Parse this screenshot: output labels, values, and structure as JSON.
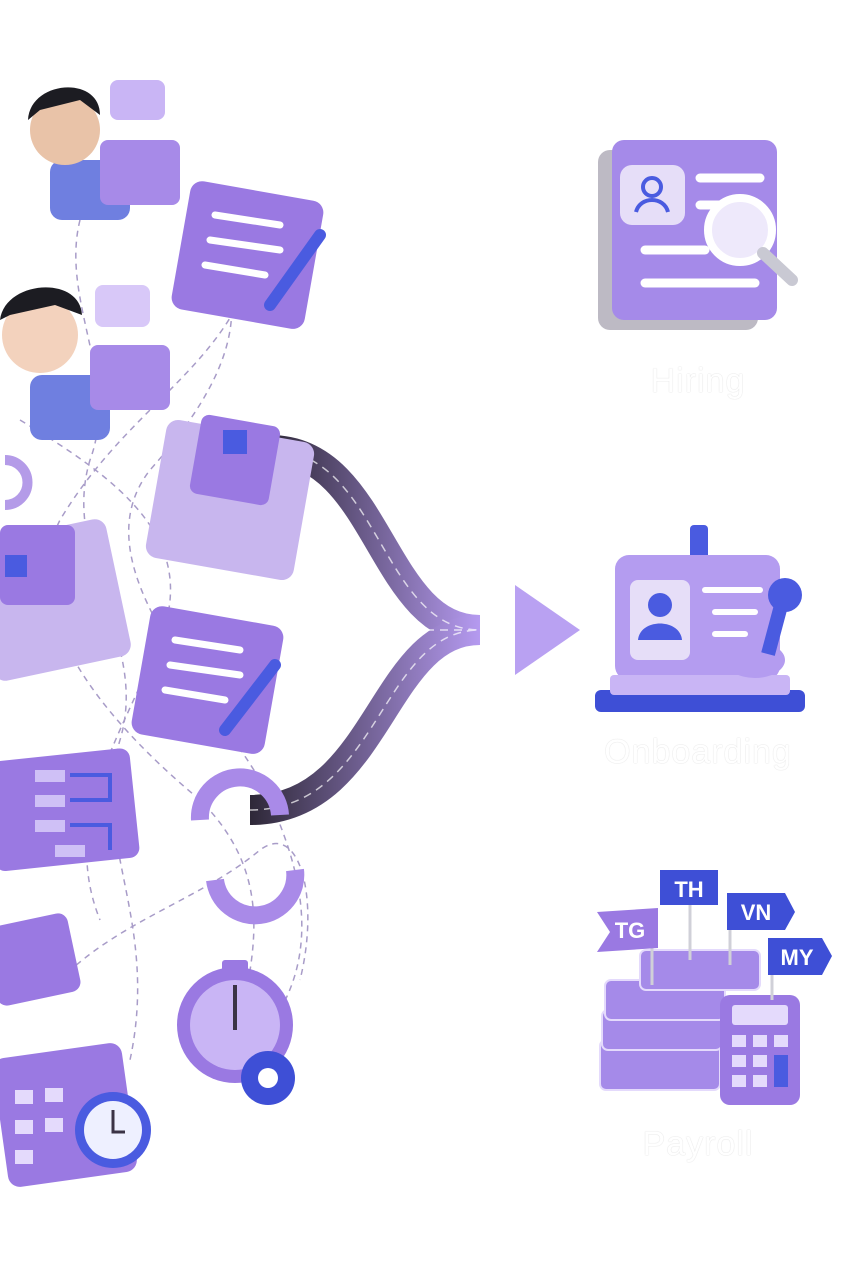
{
  "categories": {
    "hiring": {
      "label": "Hiring",
      "icon": "document-search-icon"
    },
    "onboarding": {
      "label": "Onboarding",
      "icon": "id-badge-laptop-icon"
    },
    "payroll": {
      "label": "Payroll",
      "icon": "money-calculator-icon"
    }
  },
  "flags": [
    "TG",
    "TH",
    "VN",
    "MY"
  ],
  "colors": {
    "purple": "#9b7ee6",
    "light_purple": "#c9b5f5",
    "blue": "#4a5be0",
    "dark_road": "#3b3346"
  }
}
